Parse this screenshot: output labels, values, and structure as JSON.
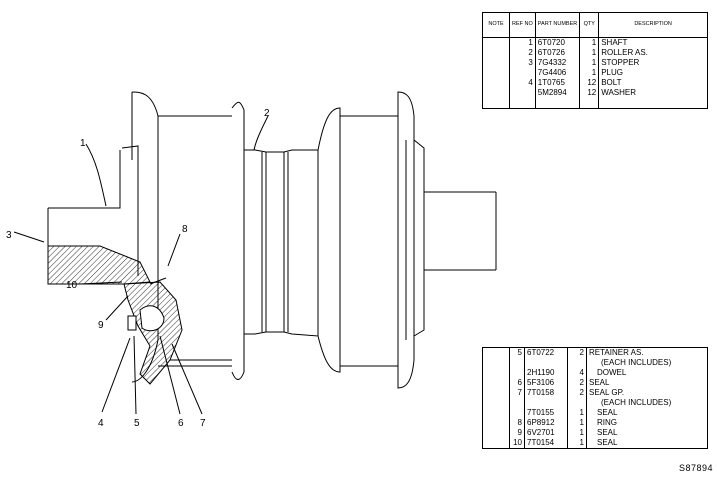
{
  "header": {
    "note": "NOTE",
    "ref_no": "REF NO",
    "part_number": "PART NUMBER",
    "qty": "QTY",
    "description": "DESCRIPTION"
  },
  "parts_top": [
    {
      "note": "",
      "ref": "1",
      "part": "6T0720",
      "qty": "1",
      "desc": "SHAFT"
    },
    {
      "note": "",
      "ref": "2",
      "part": "6T0726",
      "qty": "1",
      "desc": "ROLLER AS."
    },
    {
      "note": "",
      "ref": "3",
      "part": "7G4332",
      "qty": "1",
      "desc": "STOPPER"
    },
    {
      "note": "",
      "ref": "",
      "part": "7G4406",
      "qty": "1",
      "desc": "PLUG"
    },
    {
      "note": "",
      "ref": "4",
      "part": "1T0765",
      "qty": "12",
      "desc": "BOLT"
    },
    {
      "note": "",
      "ref": "",
      "part": "5M2894",
      "qty": "12",
      "desc": "WASHER"
    },
    {
      "note": "",
      "ref": "",
      "part": "",
      "qty": "",
      "desc": ""
    }
  ],
  "parts_bottom": [
    {
      "note": "",
      "ref": "5",
      "part": "6T0722",
      "qty": "2",
      "desc": "RETAINER AS."
    },
    {
      "note": "",
      "ref": "",
      "part": "",
      "qty": "",
      "desc": "(EACH INCLUDES)"
    },
    {
      "note": "",
      "ref": "",
      "part": "2H1190",
      "qty": "4",
      "desc": "DOWEL"
    },
    {
      "note": "",
      "ref": "6",
      "part": "5F3106",
      "qty": "2",
      "desc": "SEAL"
    },
    {
      "note": "",
      "ref": "7",
      "part": "7T0158",
      "qty": "2",
      "desc": "SEAL GP."
    },
    {
      "note": "",
      "ref": "",
      "part": "",
      "qty": "",
      "desc": "(EACH INCLUDES)"
    },
    {
      "note": "",
      "ref": "",
      "part": "7T0155",
      "qty": "1",
      "desc": "SEAL"
    },
    {
      "note": "",
      "ref": "8",
      "part": "6P8912",
      "qty": "1",
      "desc": "RING"
    },
    {
      "note": "",
      "ref": "9",
      "part": "6V2701",
      "qty": "1",
      "desc": "SEAL"
    },
    {
      "note": "",
      "ref": "10",
      "part": "7T0154",
      "qty": "1",
      "desc": "SEAL"
    }
  ],
  "callouts": {
    "c1": "1",
    "c2": "2",
    "c3": "3",
    "c4": "4",
    "c5": "5",
    "c6": "6",
    "c7": "7",
    "c8": "8",
    "c9": "9",
    "c10": "10"
  },
  "drawing_id": "S87894"
}
